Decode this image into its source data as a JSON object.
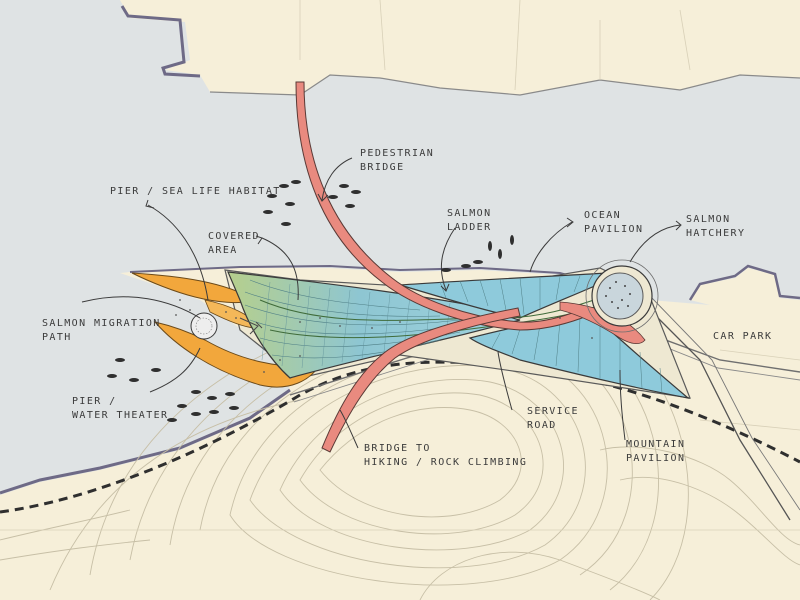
{
  "labels": {
    "pedestrian_bridge": "PEDESTRIAN\nBRIDGE",
    "pier_sea_life": "PIER / SEA LIFE HABITAT",
    "covered_area": "COVERED\nAREA",
    "salmon_ladder": "SALMON\nLADDER",
    "ocean_pavilion": "OCEAN\nPAVILION",
    "salmon_hatchery": "SALMON\nHATCHERY",
    "salmon_migration_path": "SALMON MIGRATION\nPATH",
    "car_park": "CAR PARK",
    "pier_water_theater": "PIER /\nWATER THEATER",
    "service_road": "SERVICE\nROAD",
    "bridge_hiking": "BRIDGE TO\nHIKING / ROCK CLIMBING",
    "mountain_pavilion": "MOUNTAIN\nPAVILION"
  },
  "colors": {
    "paper": "#f6efd9",
    "water": "#dfe3e4",
    "shore": "#6e6a86",
    "bridge": "#e98a7f",
    "pier": "#f2a73c",
    "roof_blue": "#8fc7d6",
    "roof_green": "#a7c58a",
    "ink": "#3b3b3b"
  }
}
